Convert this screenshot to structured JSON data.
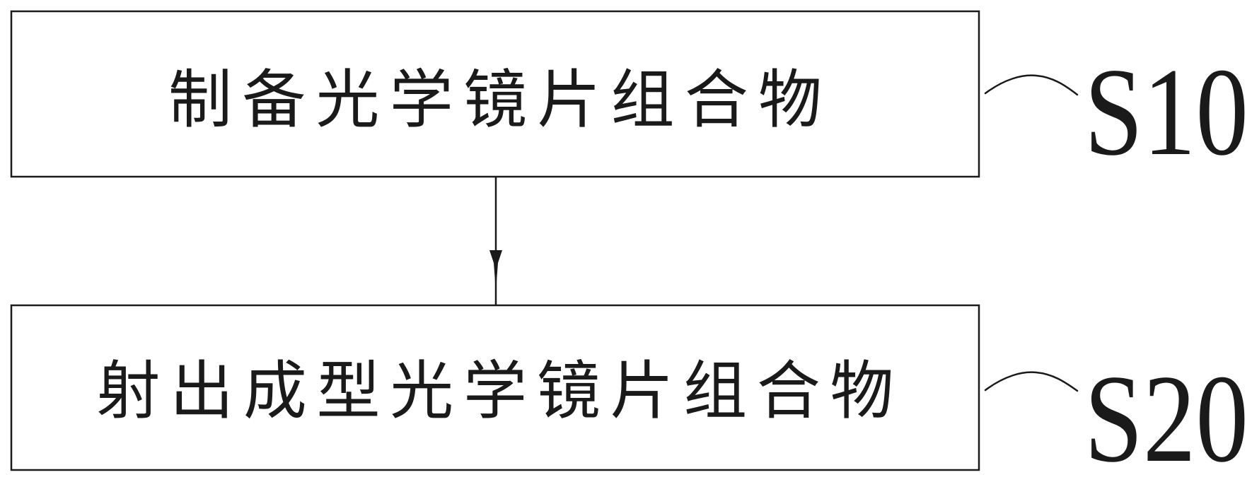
{
  "steps": [
    {
      "text": "制备光学镜片组合物",
      "label": "S10"
    },
    {
      "text": "射出成型光学镜片组合物",
      "label": "S20"
    }
  ],
  "colors": {
    "line": "#1a1a1a",
    "background": "#ffffff"
  }
}
